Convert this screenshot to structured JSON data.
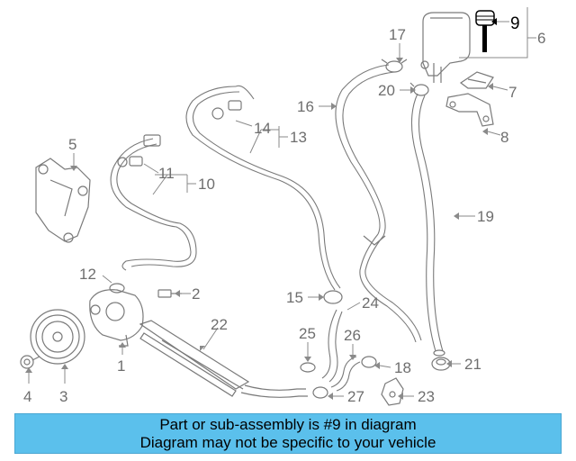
{
  "diagram": {
    "callouts": [
      "1",
      "2",
      "3",
      "4",
      "5",
      "6",
      "7",
      "8",
      "9",
      "10",
      "11",
      "12",
      "13",
      "14",
      "15",
      "16",
      "17",
      "18",
      "19",
      "20",
      "21",
      "22",
      "23",
      "24",
      "25",
      "26",
      "27"
    ],
    "highlighted_part": "9",
    "colors": {
      "highlight": "#000000",
      "callout": "#6e6e6e",
      "banner": "#5bc0ec"
    }
  },
  "banner": {
    "line1": "Part or sub-assembly is #9 in diagram",
    "line2": "Diagram may not be specific to your vehicle"
  }
}
